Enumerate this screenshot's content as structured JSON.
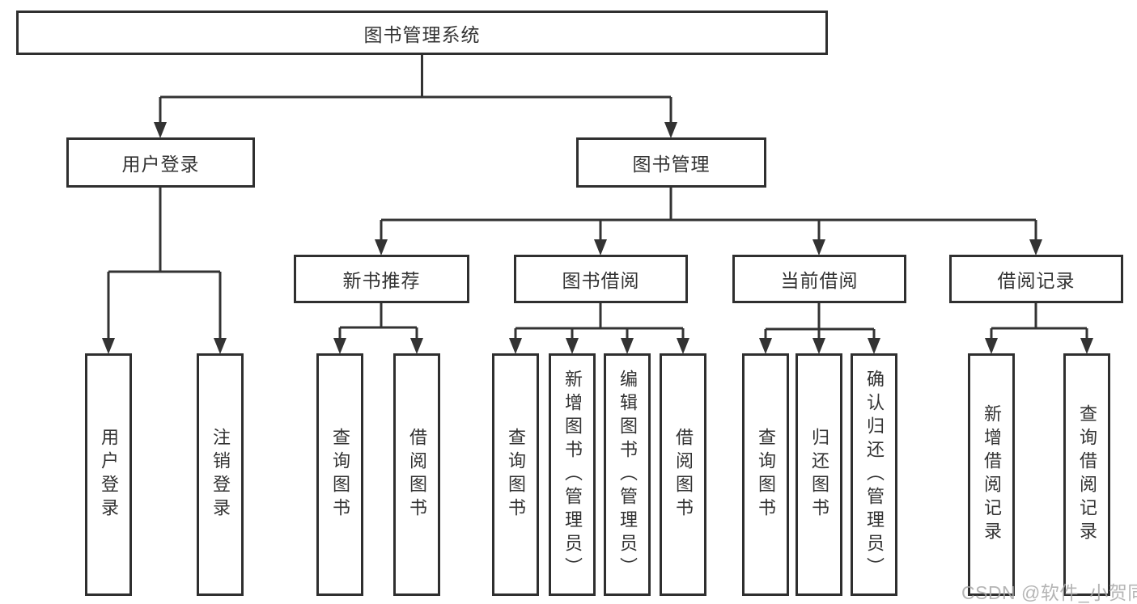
{
  "diagram": {
    "tree": {
      "label": "图书管理系统",
      "children": [
        {
          "label": "用户登录",
          "children": [
            {
              "label": "用户登录"
            },
            {
              "label": "注销登录"
            }
          ]
        },
        {
          "label": "图书管理",
          "children": [
            {
              "label": "新书推荐",
              "children": [
                {
                  "label": "查询图书"
                },
                {
                  "label": "借阅图书"
                }
              ]
            },
            {
              "label": "图书借阅",
              "children": [
                {
                  "label": "查询图书"
                },
                {
                  "label": "新增图书（管理员）"
                },
                {
                  "label": "编辑图书（管理员）"
                },
                {
                  "label": "借阅图书"
                }
              ]
            },
            {
              "label": "当前借阅",
              "children": [
                {
                  "label": "查询图书"
                },
                {
                  "label": "归还图书"
                },
                {
                  "label": "确认归还（管理员）"
                }
              ]
            },
            {
              "label": "借阅记录",
              "children": [
                {
                  "label": "新增借阅记录"
                },
                {
                  "label": "查询借阅记录"
                }
              ]
            }
          ]
        }
      ]
    },
    "colors": {
      "line": "#333333",
      "box_border": "#2f2f2f",
      "text": "#333333",
      "watermark_text": "#a8a8a8",
      "background": "#ffffff"
    }
  },
  "watermark": {
    "text": "CSDN @软件_小贺同学"
  }
}
